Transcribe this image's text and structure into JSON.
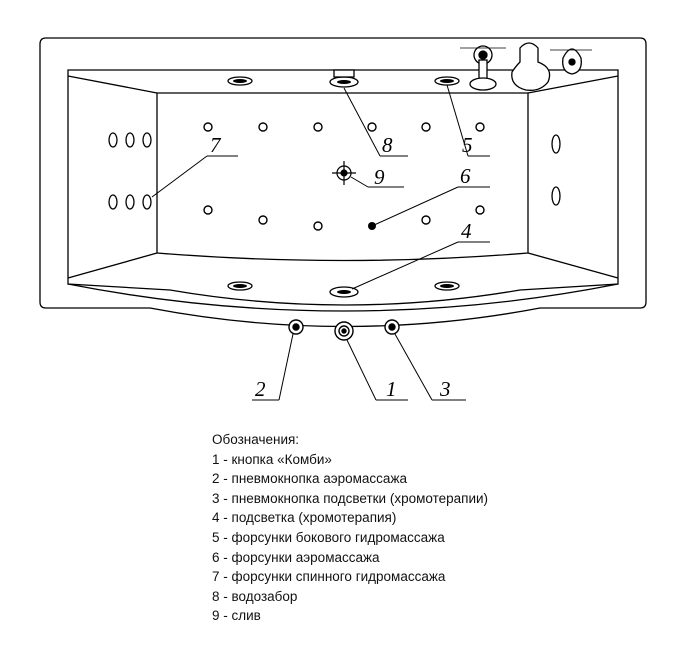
{
  "callouts": {
    "c1": "1",
    "c2": "2",
    "c3": "3",
    "c4": "4",
    "c5": "5",
    "c6": "6",
    "c7": "7",
    "c8": "8",
    "c9": "9"
  },
  "legend": {
    "title": "Обозначения:",
    "items": [
      "1 - кнопка «Комби»",
      "2 - пневмокнопка аэромассажа",
      "3 - пневмокнопка подсветки (хромотерапии)",
      "4 - подсветка (хромотерапия)",
      "5 - форсунки бокового гидромассажа",
      "6 - форсунки аэромассажа",
      "7 - форсунки спинного гидромассажа",
      "8 - водозабор",
      "9 - слив"
    ]
  }
}
